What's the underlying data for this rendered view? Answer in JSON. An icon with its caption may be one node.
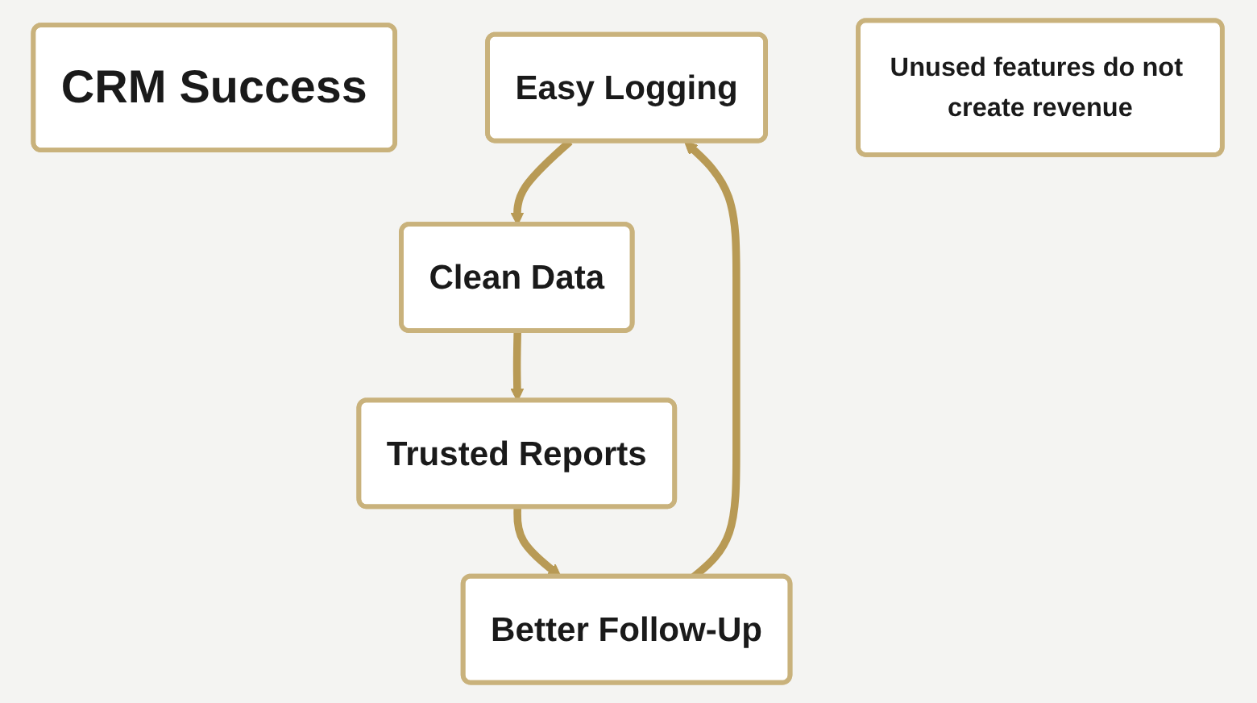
{
  "diagram": {
    "nodes": [
      {
        "text": [
          "CRM Success"
        ]
      },
      {
        "text": [
          "Easy Logging"
        ]
      },
      {
        "text": [
          "Better Follow-Up"
        ]
      },
      {
        "text": [
          "Clean Data"
        ]
      },
      {
        "text": [
          "Trusted Reports"
        ]
      },
      {
        "text": [
          "Unused features do not create revenue"
        ]
      }
    ],
    "edges": [
      {
        "from": 2,
        "to": 1,
        "arrow": "to"
      },
      {
        "from": 1,
        "to": 3,
        "arrow": "to"
      },
      {
        "from": 3,
        "to": 4,
        "arrow": "to"
      },
      {
        "from": 4,
        "to": 2,
        "arrow": "to"
      }
    ]
  }
}
